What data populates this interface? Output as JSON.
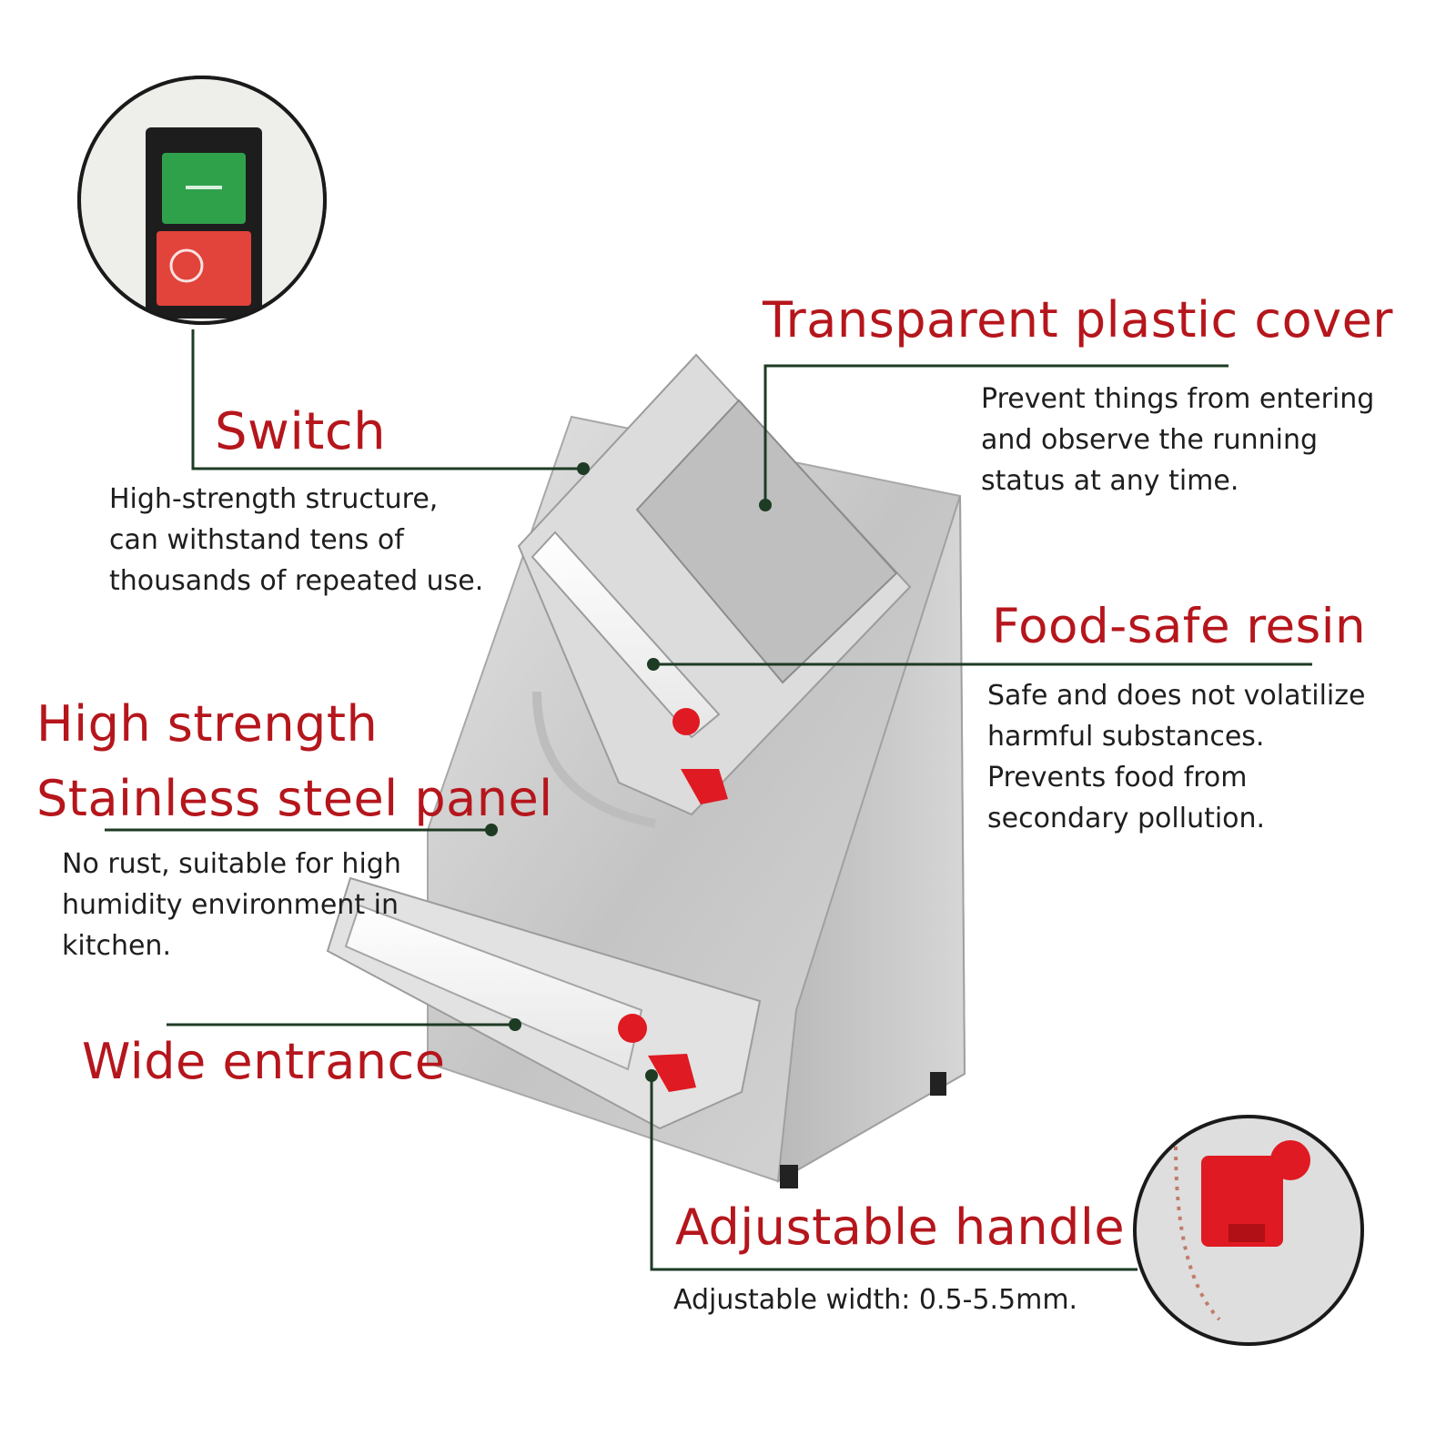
{
  "colors": {
    "title": "#b5161c",
    "leader_line": "#1e3b24",
    "text": "#1e1e1e",
    "steel": "#c9c9c9",
    "switch_on": "#2fa14b",
    "switch_off": "#e2433b",
    "handle": "#e01a22"
  },
  "callouts": {
    "switch": {
      "title": "Switch",
      "lines": [
        "High-strength structure,",
        "can withstand tens of",
        "thousands of repeated use."
      ]
    },
    "cover": {
      "title": "Transparent plastic cover",
      "lines": [
        "Prevent things from entering",
        "and observe the running",
        "status at any time."
      ]
    },
    "resin": {
      "title": "Food-safe resin",
      "lines": [
        "Safe and does not volatilize",
        "harmful substances.",
        "Prevents food from",
        "secondary pollution."
      ]
    },
    "panel": {
      "title_lines": [
        "High strength",
        "Stainless steel panel"
      ],
      "lines": [
        "No rust, suitable for high",
        "humidity environment in",
        "kitchen."
      ]
    },
    "entrance": {
      "title": "Wide entrance"
    },
    "handle": {
      "title": "Adjustable handle",
      "lines": [
        "Adjustable width: 0.5-5.5mm."
      ]
    }
  },
  "icons": {
    "switch_inset": "switch-closeup",
    "handle_inset": "handle-closeup",
    "machine": "dough-roller-machine"
  }
}
